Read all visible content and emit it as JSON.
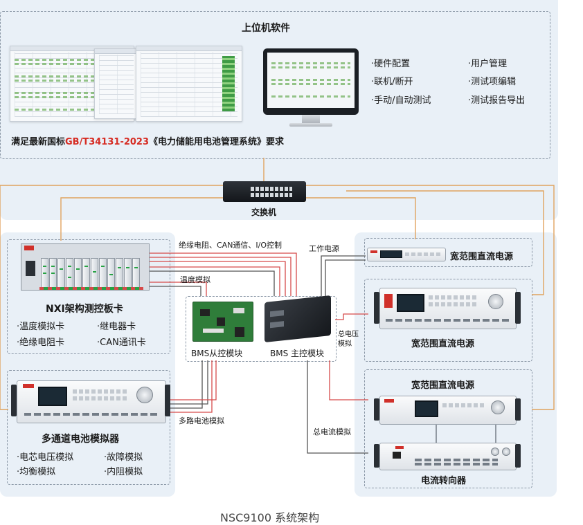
{
  "software": {
    "title": "上位机软件",
    "features_left": [
      "·硬件配置",
      "·联机/断开",
      "·手动/自动测试"
    ],
    "features_right": [
      "·用户管理",
      "·测试项编辑",
      "·测试报告导出"
    ],
    "standard_prefix": "满足最新国标",
    "standard_code": "GB/T34131-2023",
    "standard_suffix": "《电力储能用电池管理系统》要求"
  },
  "switch": {
    "label": "交换机"
  },
  "nxi": {
    "title": "NXI架构测控板卡",
    "cards": [
      "·温度模拟卡",
      "·继电器卡",
      "·绝缘电阻卡",
      "·CAN通讯卡"
    ]
  },
  "battery_sim": {
    "title": "多通道电池模拟器",
    "features": [
      "·电芯电压模拟",
      "·故障模拟",
      "·均衡模拟",
      "·内阻模拟"
    ]
  },
  "bms": {
    "slave": "BMS从控模块",
    "master": "BMS 主控模块"
  },
  "power": {
    "small": "宽范围直流电源",
    "large": "宽范围直流电源",
    "third": "宽范围直流电源",
    "current_reverser": "电流转向器"
  },
  "signals": {
    "insulation_can_io": "绝缘电阻、CAN通信、I/O控制",
    "working_power": "工作电源",
    "temperature": "温度模拟",
    "total_voltage": [
      "总电压",
      "模拟"
    ],
    "multi_battery": "多路电池模拟",
    "total_current": "总电流模拟"
  },
  "caption": "NSC9100 系统架构",
  "colors": {
    "panel_bg": "#e9f0f7",
    "standard_red": "#d62b22",
    "network_orange": "#e0a35f",
    "signal_red": "#d64a4a",
    "signal_gray": "#555555"
  }
}
